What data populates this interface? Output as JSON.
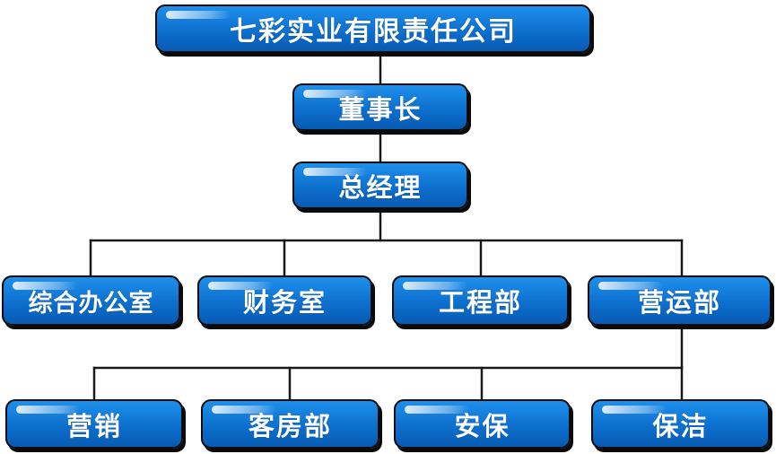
{
  "org_chart": {
    "company": "七彩实业有限责任公司",
    "chairman": "董事长",
    "general_manager": "总经理",
    "departments": [
      "综合办公室",
      "财务室",
      "工程部",
      "营运部"
    ],
    "operations_units": [
      "营销",
      "客房部",
      "安保",
      "保洁"
    ]
  },
  "colors": {
    "box_fill": "#0d6fce",
    "box_border": "#0b0b0b",
    "connector": "#1a1a1a",
    "label_text": "#ffffff"
  }
}
